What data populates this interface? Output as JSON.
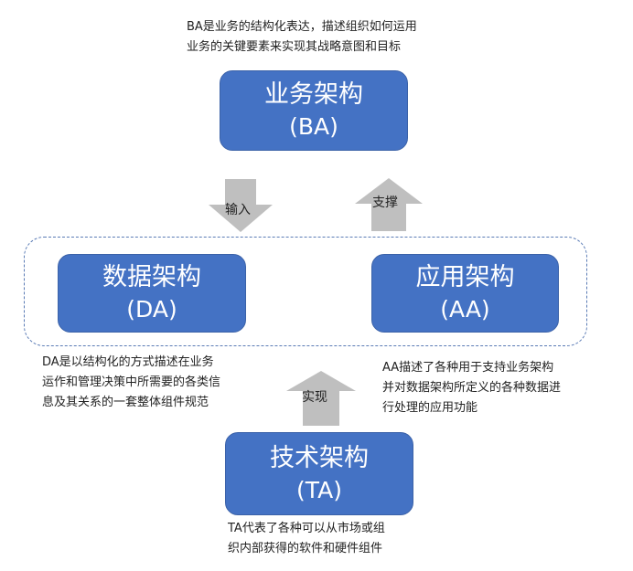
{
  "boxes": {
    "ba": {
      "title": "业务架构",
      "code": "(BA)"
    },
    "da": {
      "title": "数据架构",
      "code": "(DA)"
    },
    "aa": {
      "title": "应用架构",
      "code": "(AA)"
    },
    "ta": {
      "title": "技术架构",
      "code": "(TA)"
    }
  },
  "descriptions": {
    "ba": "BA是业务的结构化表达，描述组织如何运用\n业务的关键要素来实现其战略意图和目标",
    "da": "DA是以结构化的方式描述在业务\n运作和管理决策中所需要的各类信\n息及其关系的一套整体组件规范",
    "aa": "AA描述了各种用于支持业务架构\n并对数据架构所定义的各种数据进\n行处理的应用功能",
    "ta": "TA代表了各种可以从市场或组\n织内部获得的软件和硬件组件"
  },
  "arrows": {
    "input": "输入",
    "support": "支撑",
    "implement": "实现"
  },
  "colors": {
    "box_fill": "#4472C4",
    "arrow_fill": "#BFBFBF",
    "dashed_border": "#5A7BB5"
  }
}
